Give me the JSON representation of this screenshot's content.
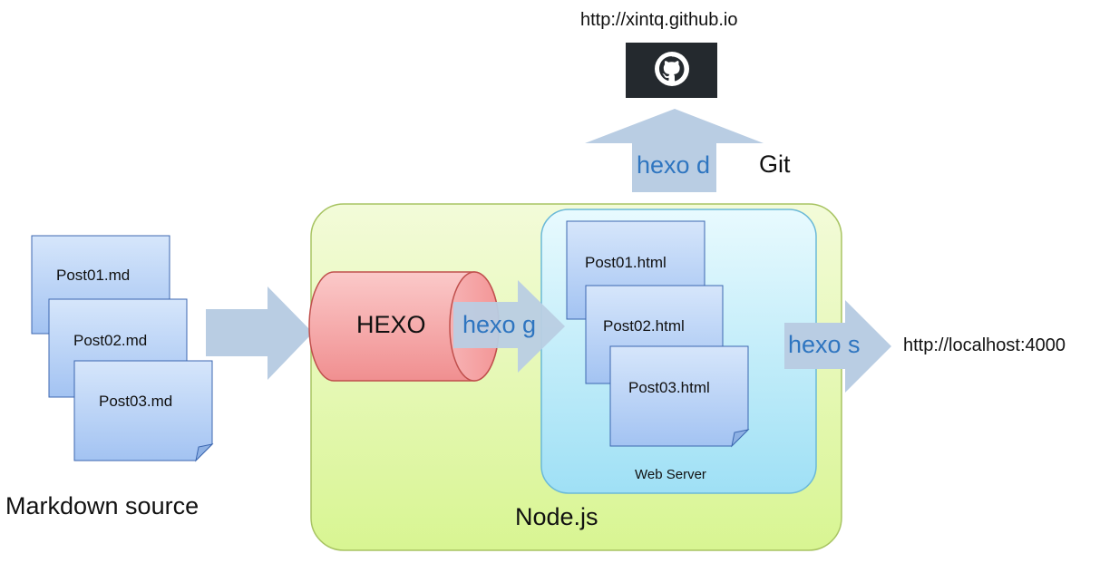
{
  "diagram": {
    "markdown_files": [
      "Post01.md",
      "Post02.md",
      "Post03.md"
    ],
    "markdown_caption": "Markdown source",
    "nodejs_label": "Node.js",
    "hexo_label": "HEXO",
    "generate_cmd": "hexo g",
    "html_files": [
      "Post01.html",
      "Post02.html",
      "Post03.html"
    ],
    "webserver_label": "Web Server",
    "serve_cmd": "hexo s",
    "local_url": "http://localhost:4000",
    "deploy_cmd": "hexo d",
    "git_label": "Git",
    "remote_url": "http://xintq.github.io",
    "github_logo": "github-icon"
  },
  "colors": {
    "doc_fill_top": "#d6e6fb",
    "doc_fill_bottom": "#a3c3f2",
    "doc_stroke": "#3c67b0",
    "arrow_fill": "#b9cde3",
    "node_fill_top": "#f3fbd9",
    "node_fill_bottom": "#dcf79a",
    "node_stroke": "#a8c463",
    "server_fill_top": "#e6f9fd",
    "server_fill_bottom": "#a6e4f6",
    "server_stroke": "#6bb9d8",
    "hexo_fill": "#f6a9aa",
    "hexo_stroke": "#c0504d",
    "command_text": "#2e75c0",
    "github_bg": "#24292e"
  }
}
